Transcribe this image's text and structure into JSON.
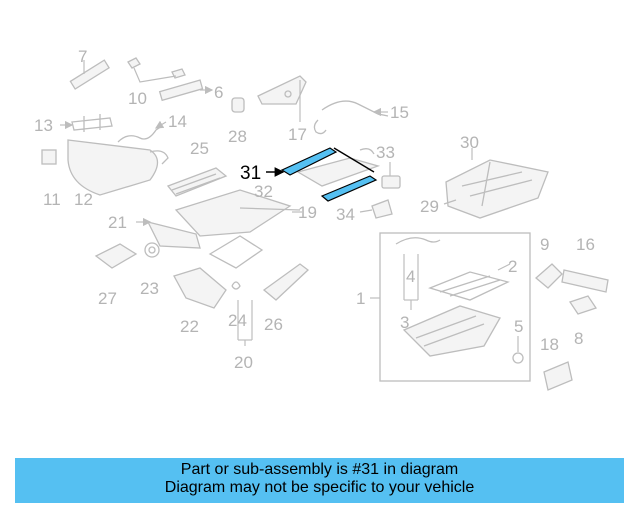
{
  "diagram": {
    "highlight_color": "#55c0f2",
    "highlighted_part": "31",
    "labels": [
      "1",
      "2",
      "3",
      "4",
      "5",
      "6",
      "7",
      "8",
      "9",
      "10",
      "11",
      "12",
      "13",
      "14",
      "15",
      "16",
      "17",
      "18",
      "19",
      "20",
      "21",
      "22",
      "23",
      "24",
      "25",
      "26",
      "27",
      "28",
      "29",
      "30",
      "31",
      "32",
      "33",
      "34"
    ]
  },
  "caption": {
    "line1": "Part or sub-assembly is #31 in diagram",
    "line2": "Diagram may not be specific to your vehicle"
  }
}
